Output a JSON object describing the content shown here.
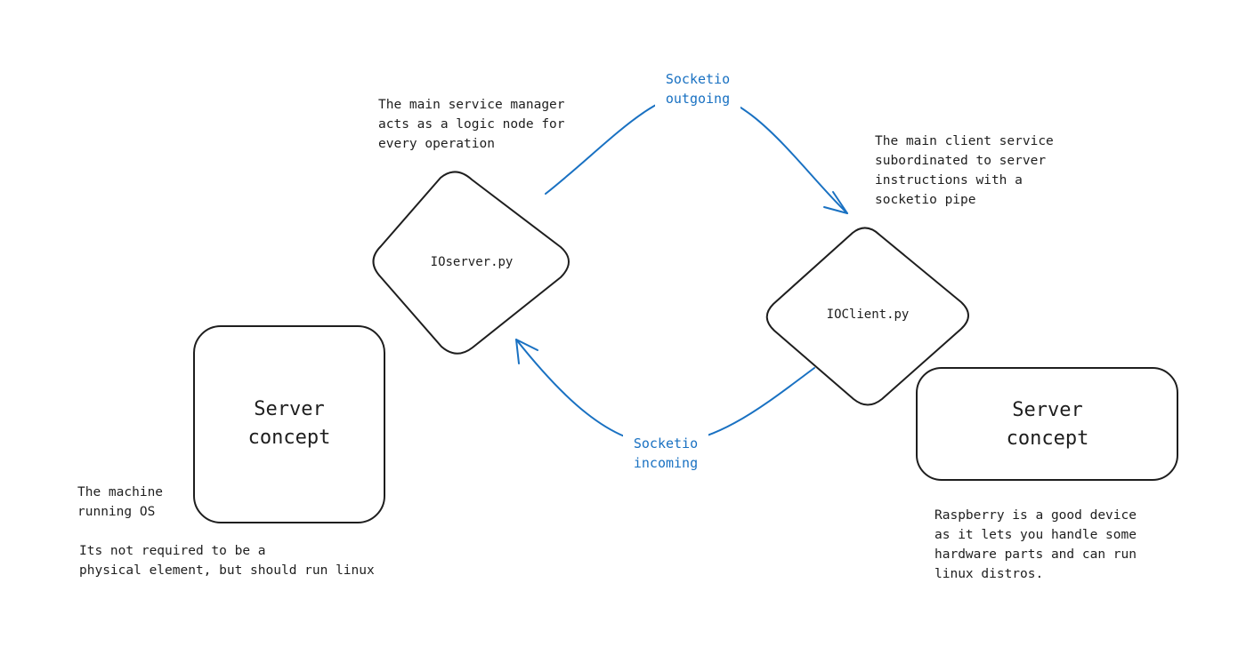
{
  "colors": {
    "stroke": "#1e1e1e",
    "arrow": "#1971c2",
    "background": "#ffffff"
  },
  "nodes": {
    "ioserver": {
      "label": "IOserver.py"
    },
    "ioclient": {
      "label": "IOClient.py"
    },
    "server_box_left": {
      "label": "Server\nconcept"
    },
    "server_box_right": {
      "label": "Server\nconcept"
    }
  },
  "arrows": {
    "outgoing": {
      "label": "Socketio\noutgoing"
    },
    "incoming": {
      "label": "Socketio\nincoming"
    }
  },
  "notes": {
    "server_manager": "The main service manager\nacts as a logic node for\nevery operation",
    "client_service": "The main client service\nsubordinated to server\ninstructions with a\nsocketio pipe",
    "machine": "The machine\nrunning OS",
    "not_required": "Its not required to be a\nphysical element, but should run linux",
    "raspberry": "Raspberry is a good device\nas it lets you handle some\nhardware parts and can run\nlinux distros."
  }
}
